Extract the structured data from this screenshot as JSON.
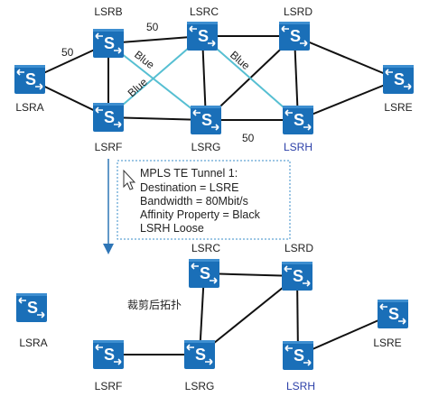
{
  "colors": {
    "router_fill": "#1a6fb8",
    "router_glyph": "#ffffff",
    "link": "#111111",
    "affinity_link": "#56bfd2",
    "highlight_label": "#2b3fa8",
    "annotation_border": "#3a8cc8",
    "arrow": "#2e75b6"
  },
  "icons": {
    "router": "switch-s-icon",
    "cursor": "mouse-cursor-icon"
  },
  "top": {
    "routers": {
      "lsra": "LSRA",
      "lsrb": "LSRB",
      "lsrc": "LSRC",
      "lsrd": "LSRD",
      "lsre": "LSRE",
      "lsrf": "LSRF",
      "lsrg": "LSRG",
      "lsrh": "LSRH"
    },
    "link_labels": {
      "a_b": "50",
      "b_c": "50",
      "g_h": "50",
      "blue_b_g": "Blue",
      "blue_f_c": "Blue",
      "blue_c_h": "Blue"
    }
  },
  "annotation": {
    "lines": [
      "MPLS TE Tunnel 1:",
      "Destination = LSRE",
      "Bandwidth = 80Mbit/s",
      "Affinity Property = Black",
      "LSRH Loose"
    ]
  },
  "bottom": {
    "caption": "裁剪后拓扑",
    "routers": {
      "lsra": "LSRA",
      "lsrc": "LSRC",
      "lsrd": "LSRD",
      "lsre": "LSRE",
      "lsrf": "LSRF",
      "lsrg": "LSRG",
      "lsrh": "LSRH"
    }
  }
}
